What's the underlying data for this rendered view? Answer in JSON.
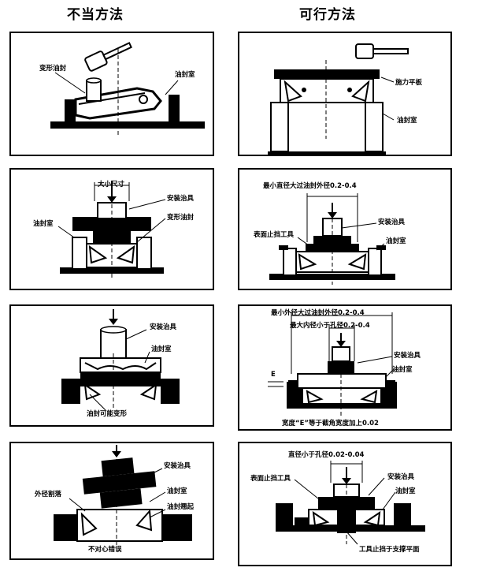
{
  "columns": {
    "left_title": "不当方法",
    "right_title": "可行方法"
  },
  "panels": {
    "p1": {
      "seal_deformed": "变形油封",
      "seal_chamber": "油封室"
    },
    "p2": {
      "plate": "施力平板",
      "seal_chamber": "油封室"
    },
    "p3": {
      "size": "大小尺寸",
      "install_tool": "安装治具",
      "seal_chamber": "油封室",
      "seal_deformed": "变形油封"
    },
    "p4": {
      "dim": "最小直径大过油封外径0.2-0.4",
      "install_tool": "安装治具",
      "stop_tool": "表面止挡工具",
      "seal_chamber": "油封室"
    },
    "p5": {
      "install_tool": "安装治具",
      "seal_chamber": "油封室",
      "warning": "油封可能变形"
    },
    "p6": {
      "dim_outer": "最小外径大过油封外径0.2-0.4",
      "dim_inner": "最大内径小于孔径0.2-0.4",
      "e_mark": "E",
      "install_tool": "安装治具",
      "seal_chamber": "油封室",
      "note": "宽度“E”等于截角宽度加上0.02"
    },
    "p7": {
      "install_tool": "安装治具",
      "outer_crack": "外径割落",
      "seal_chamber": "油封室",
      "seal_skew": "油封翘起",
      "misalign": "不对心错误"
    },
    "p8": {
      "dim": "直径小于孔径0.02-0.04",
      "stop_tool": "表面止挡工具",
      "install_tool": "安装治具",
      "seal_chamber": "油封室",
      "support": "工具止挡于支撑平面"
    }
  }
}
